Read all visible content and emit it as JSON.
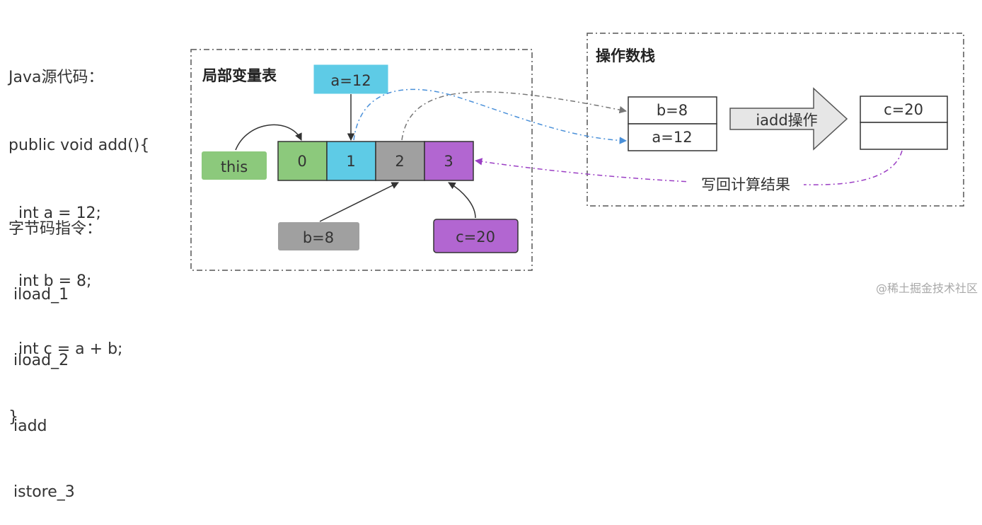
{
  "java_source": {
    "title": "Java源代码：",
    "lines": [
      "public void add(){",
      "  int a = 12;",
      "  int b = 8;",
      "  int c = a + b;",
      "}"
    ]
  },
  "bytecode": {
    "title": "字节码指令：",
    "instructions": [
      " iload_1",
      " iload_2",
      " iadd",
      " istore_3"
    ]
  },
  "local_var_table": {
    "title": "局部变量表",
    "slots": [
      "0",
      "1",
      "2",
      "3"
    ],
    "this_label": "this",
    "a_label": "a=12",
    "b_label": "b=8",
    "c_label": "c=20"
  },
  "operand_stack": {
    "title": "操作数栈",
    "stack_before": [
      "b=8",
      "a=12"
    ],
    "iadd_label": "iadd操作",
    "stack_after": [
      "c=20",
      ""
    ],
    "writeback_label": "写回计算结果"
  },
  "colors": {
    "green": "#8cc97c",
    "blue": "#5ecbe6",
    "gray": "#a0a0a0",
    "purple": "#b266d1"
  },
  "watermark": "@稀土掘金技术社区"
}
